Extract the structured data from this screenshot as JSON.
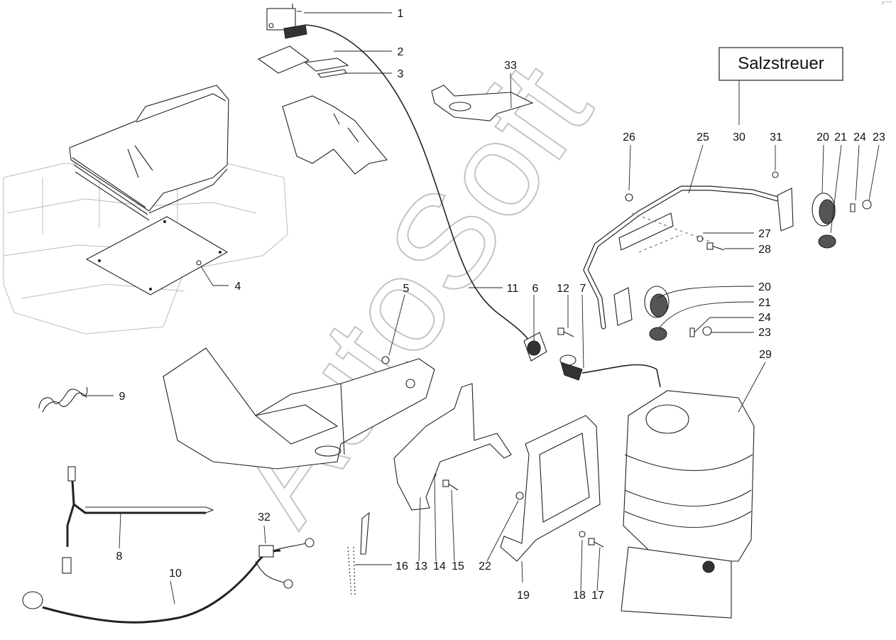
{
  "header_tag": "z° °°°",
  "callout_box_text": "Salzstreuer",
  "watermark_text": "AutoSoft",
  "callouts": [
    "1",
    "2",
    "3",
    "4",
    "5",
    "6",
    "7",
    "8",
    "9",
    "10",
    "11",
    "12",
    "13",
    "14",
    "15",
    "16",
    "17",
    "18",
    "19",
    "20",
    "20",
    "21",
    "21",
    "22",
    "23",
    "23",
    "24",
    "24",
    "25",
    "26",
    "27",
    "28",
    "29",
    "30",
    "31",
    "32",
    "33"
  ]
}
